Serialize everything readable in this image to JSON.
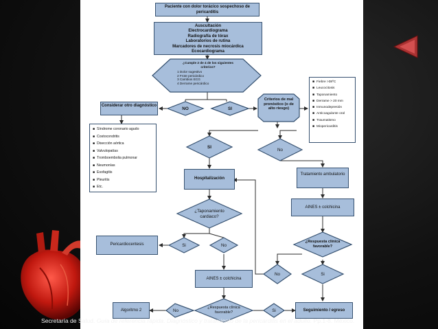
{
  "flowchart": {
    "start": "Paciente con dolor torácico sospechoso de pericarditis",
    "exams": [
      "Auscultación",
      "Electrocardiograma",
      "Radiografía de tórax",
      "Laboratorios de rutina",
      "Marcadores de necrosis miocárdica",
      "Ecocardiograma"
    ],
    "criteria_q": "¿Cumple 2 de 4 de los siguientes criterios?",
    "criteria": [
      "1 Dolor sugestivo",
      "2 Frote pericárdico",
      "3 Cambios ECG",
      "4 Derrame pericárdico"
    ],
    "no": "NO",
    "si": "SI",
    "no_lower": "No",
    "si_lower": "Si",
    "other_dx": "Considerar otro diagnóstico",
    "other_dx_list": [
      "Síndrome coronario agudo",
      "Costocondritis",
      "Disección aórtica",
      "Valvulopatías",
      "Tromboembolia pulmonar",
      "Neumonías",
      "Esofagitis",
      "Pleuritis",
      "Etc."
    ],
    "poor_prognosis_q": "Criterios de mal pronóstico (o de alto riesgo)",
    "poor_prognosis_list": [
      "Fiebre >38ºC",
      "Leucocitosis",
      "Taponamiento",
      "Derrame > 20 mm",
      "Inmunodepresión",
      "Anticoagulante oral",
      "Traumatismo",
      "Miopericarditis"
    ],
    "hospitalization": "Hospitalización",
    "tamponade_q": "¿Taponamiento cardiaco?",
    "pericardiocentesis": "Pericardiocentesis",
    "aines_colchicina": "AINES ± colchicina",
    "outpatient": "Tratamiento ambulatorio",
    "favorable_q": "¿Respuesta clínica favorable?",
    "algorithm2": "Algoritmo 2",
    "followup": "Seguimiento / egreso"
  },
  "caption": {
    "source": "Secretaría de Salud.",
    "title": "Guía de referencia rápida. Diagnóstico y tratamiento de la pericarditis en el adulto.",
    "pages": "Pp.1-8.",
    "place": "México."
  },
  "decor": {
    "heart_icon": "heart-icon",
    "next_arrow_icon": "play-arrow-icon",
    "node_color": "#a7bedb",
    "border_color": "#35506f"
  }
}
